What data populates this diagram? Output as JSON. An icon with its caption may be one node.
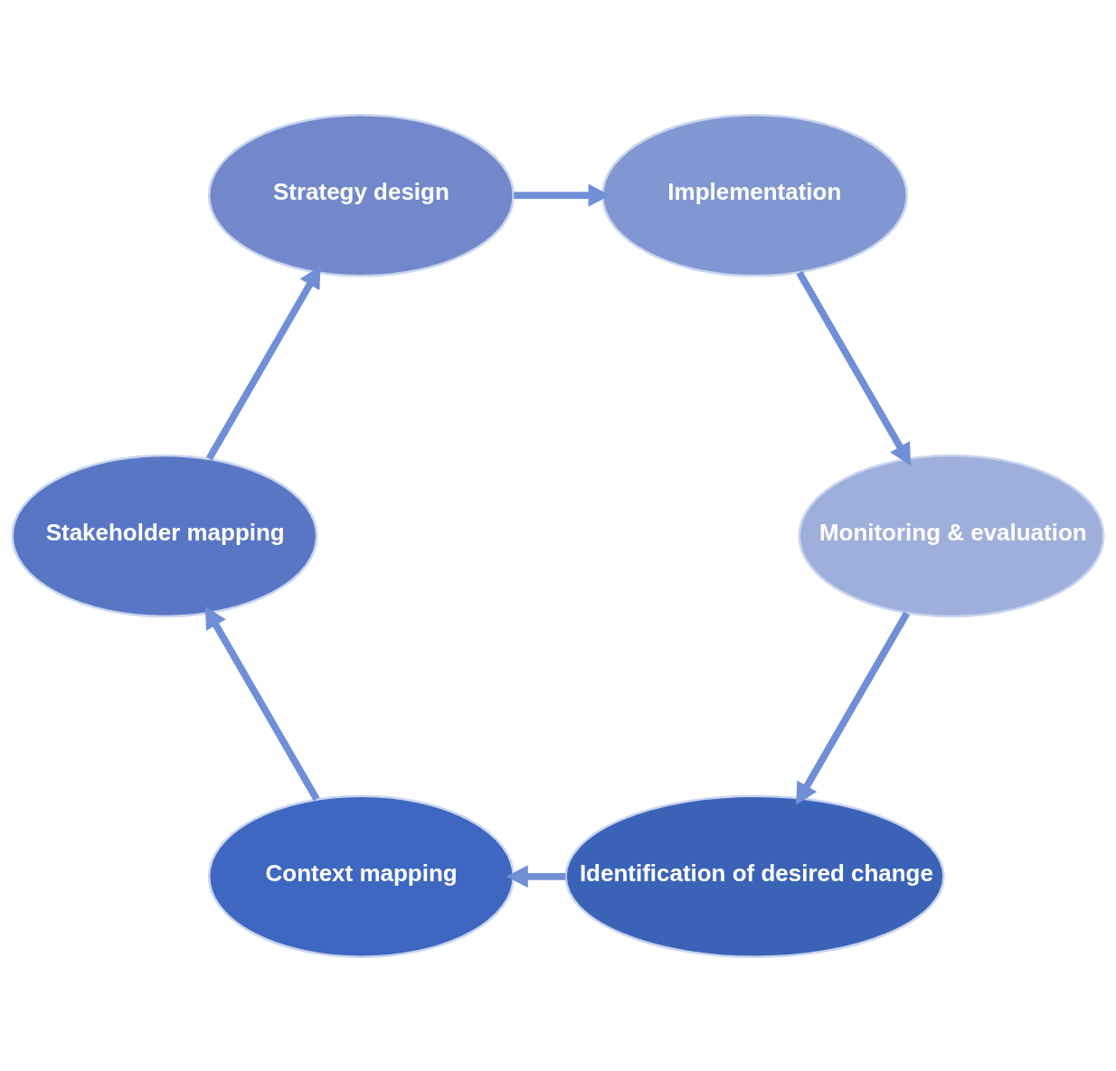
{
  "diagram": {
    "nodes": [
      {
        "text": [
          "Identification of desired change"
        ]
      },
      {
        "text": [
          "Context mapping"
        ]
      },
      {
        "text": [
          "Stakeholder mapping"
        ]
      },
      {
        "text": [
          "Strategy design"
        ]
      },
      {
        "text": [
          "Implementation"
        ]
      },
      {
        "text": [
          "Monitoring & evaluation"
        ]
      }
    ],
    "edges": [
      {
        "from": 0,
        "to": 1,
        "arrow": "to"
      },
      {
        "from": 1,
        "to": 2,
        "arrow": "to"
      },
      {
        "from": 2,
        "to": 3,
        "arrow": "to"
      },
      {
        "from": 3,
        "to": 4,
        "arrow": "to"
      },
      {
        "from": 4,
        "to": 5,
        "arrow": "to"
      },
      {
        "from": 5,
        "to": 0,
        "arrow": "to"
      }
    ]
  }
}
